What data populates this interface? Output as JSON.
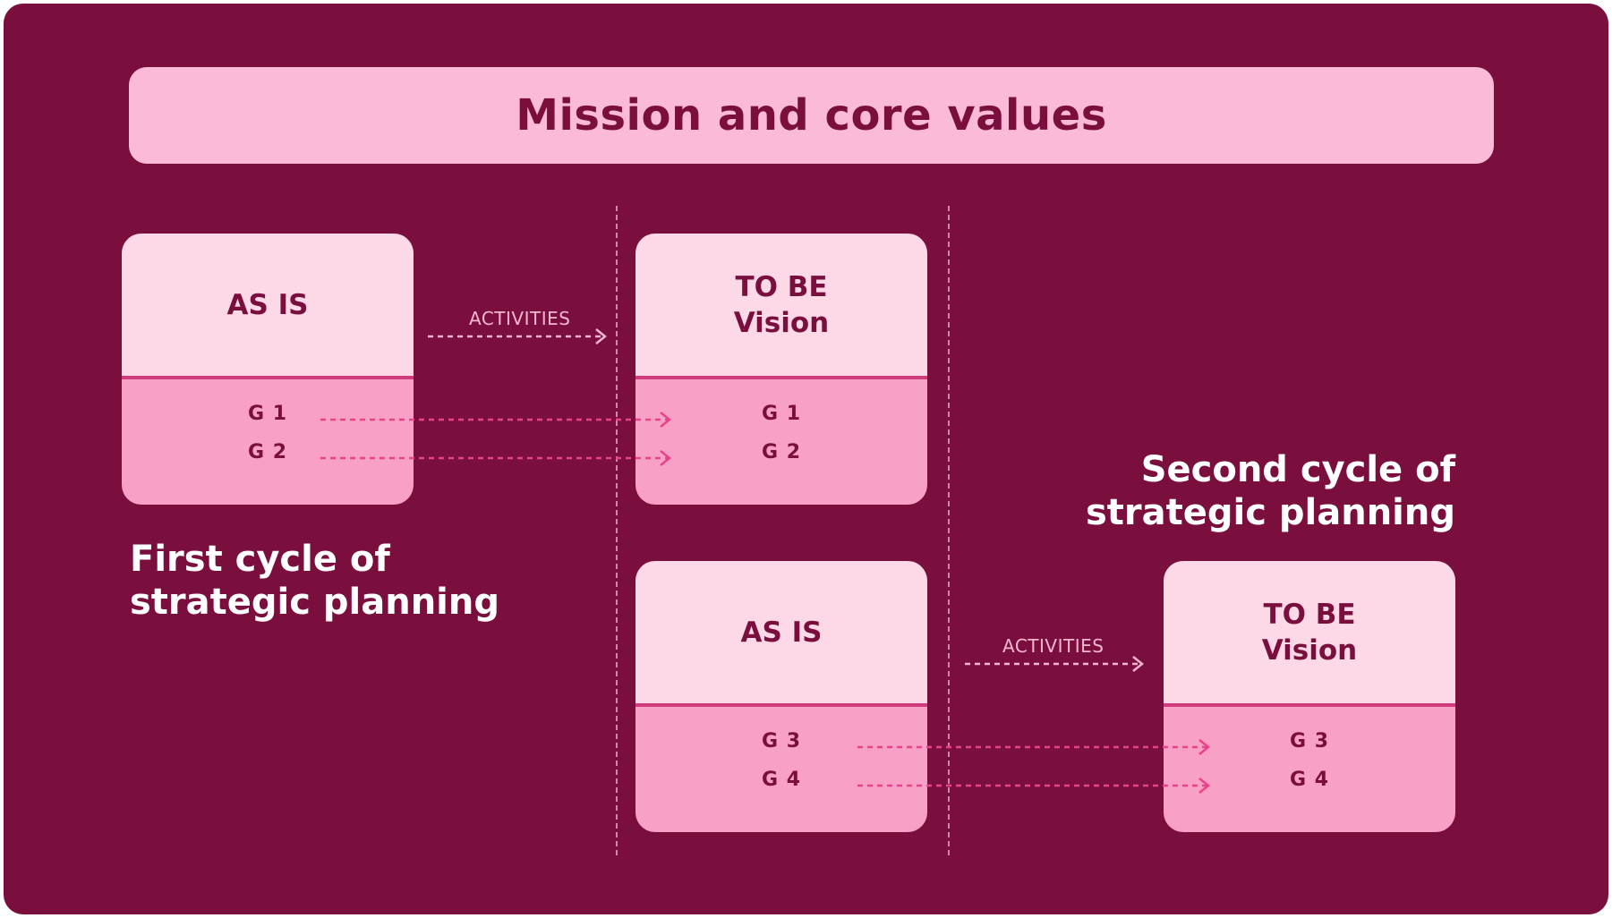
{
  "colors": {
    "background": "#7a0f3e",
    "banner": "#fbbad7",
    "card_top": "#fdd9e8",
    "card_bottom": "#f9a0c6",
    "card_divider": "#cf3c7c",
    "dark_text": "#7a0f3e",
    "light_text": "#ffffff",
    "arrow_light": "#f6b6d3",
    "arrow_pink": "#e8438a"
  },
  "banner": {
    "title": "Mission and core values"
  },
  "first_cycle": {
    "label_line1": "First cycle of",
    "label_line2": "strategic planning",
    "as_is": {
      "heading": "AS IS",
      "goals": [
        "G 1",
        "G 2"
      ]
    },
    "activities": "ACTIVITIES",
    "to_be": {
      "heading_line1": "TO BE",
      "heading_line2": "Vision",
      "goals": [
        "G 1",
        "G 2"
      ]
    }
  },
  "second_cycle": {
    "label_line1": "Second cycle of",
    "label_line2": "strategic planning",
    "as_is": {
      "heading": "AS IS",
      "goals": [
        "G 3",
        "G 4"
      ]
    },
    "activities": "ACTIVITIES",
    "to_be": {
      "heading_line1": "TO BE",
      "heading_line2": "Vision",
      "goals": [
        "G 3",
        "G 4"
      ]
    }
  }
}
